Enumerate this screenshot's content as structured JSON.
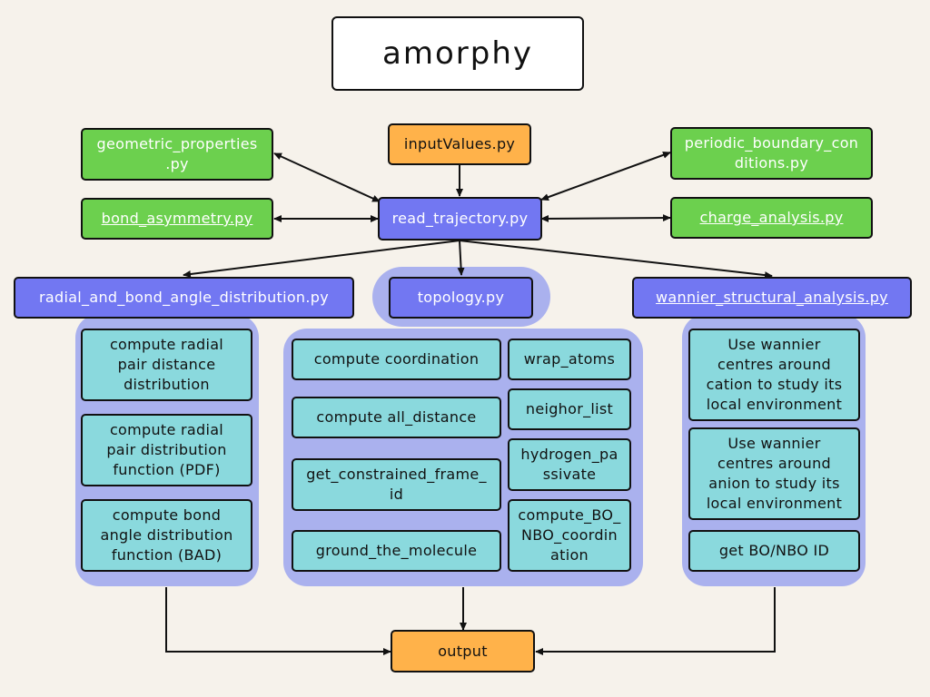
{
  "title": "amorphy",
  "modules": {
    "input_values": "inputValues.py",
    "read_trajectory": "read_trajectory.py",
    "geometric_properties": "geometric_properties\n.py",
    "bond_asymmetry": "bond_asymmetry.py",
    "periodic_boundary": "periodic_boundary_con\nditions.py",
    "charge_analysis": "charge_analysis.py",
    "radial_bond_angle": "radial_and_bond_angle_distribution.py",
    "topology": "topology.py",
    "wannier": "wannier_structural_analysis.py",
    "output": "output"
  },
  "radial_functions": [
    "compute radial\npair distance\ndistribution",
    "compute radial\npair distribution\nfunction (PDF)",
    "compute bond\nangle distribution\nfunction (BAD)"
  ],
  "topology_functions_left": [
    "compute coordination",
    "compute all_distance",
    "get_constrained_frame_\nid",
    "ground_the_molecule"
  ],
  "topology_functions_right": [
    "wrap_atoms",
    "neighor_list",
    "hydrogen_pa\nssivate",
    "compute_BO_\nNBO_coordin\nation"
  ],
  "wannier_functions": [
    "Use wannier\ncentres around\ncation to study its\nlocal environment",
    "Use wannier\ncentres around\nanion to study its\nlocal environment",
    "get BO/NBO ID"
  ],
  "colors": {
    "green": "#6cd04e",
    "blue": "#7277f2",
    "orange": "#ffb24a",
    "teal": "#8ad9dd",
    "group": "#aab1ee",
    "background": "#f6f2eb"
  }
}
